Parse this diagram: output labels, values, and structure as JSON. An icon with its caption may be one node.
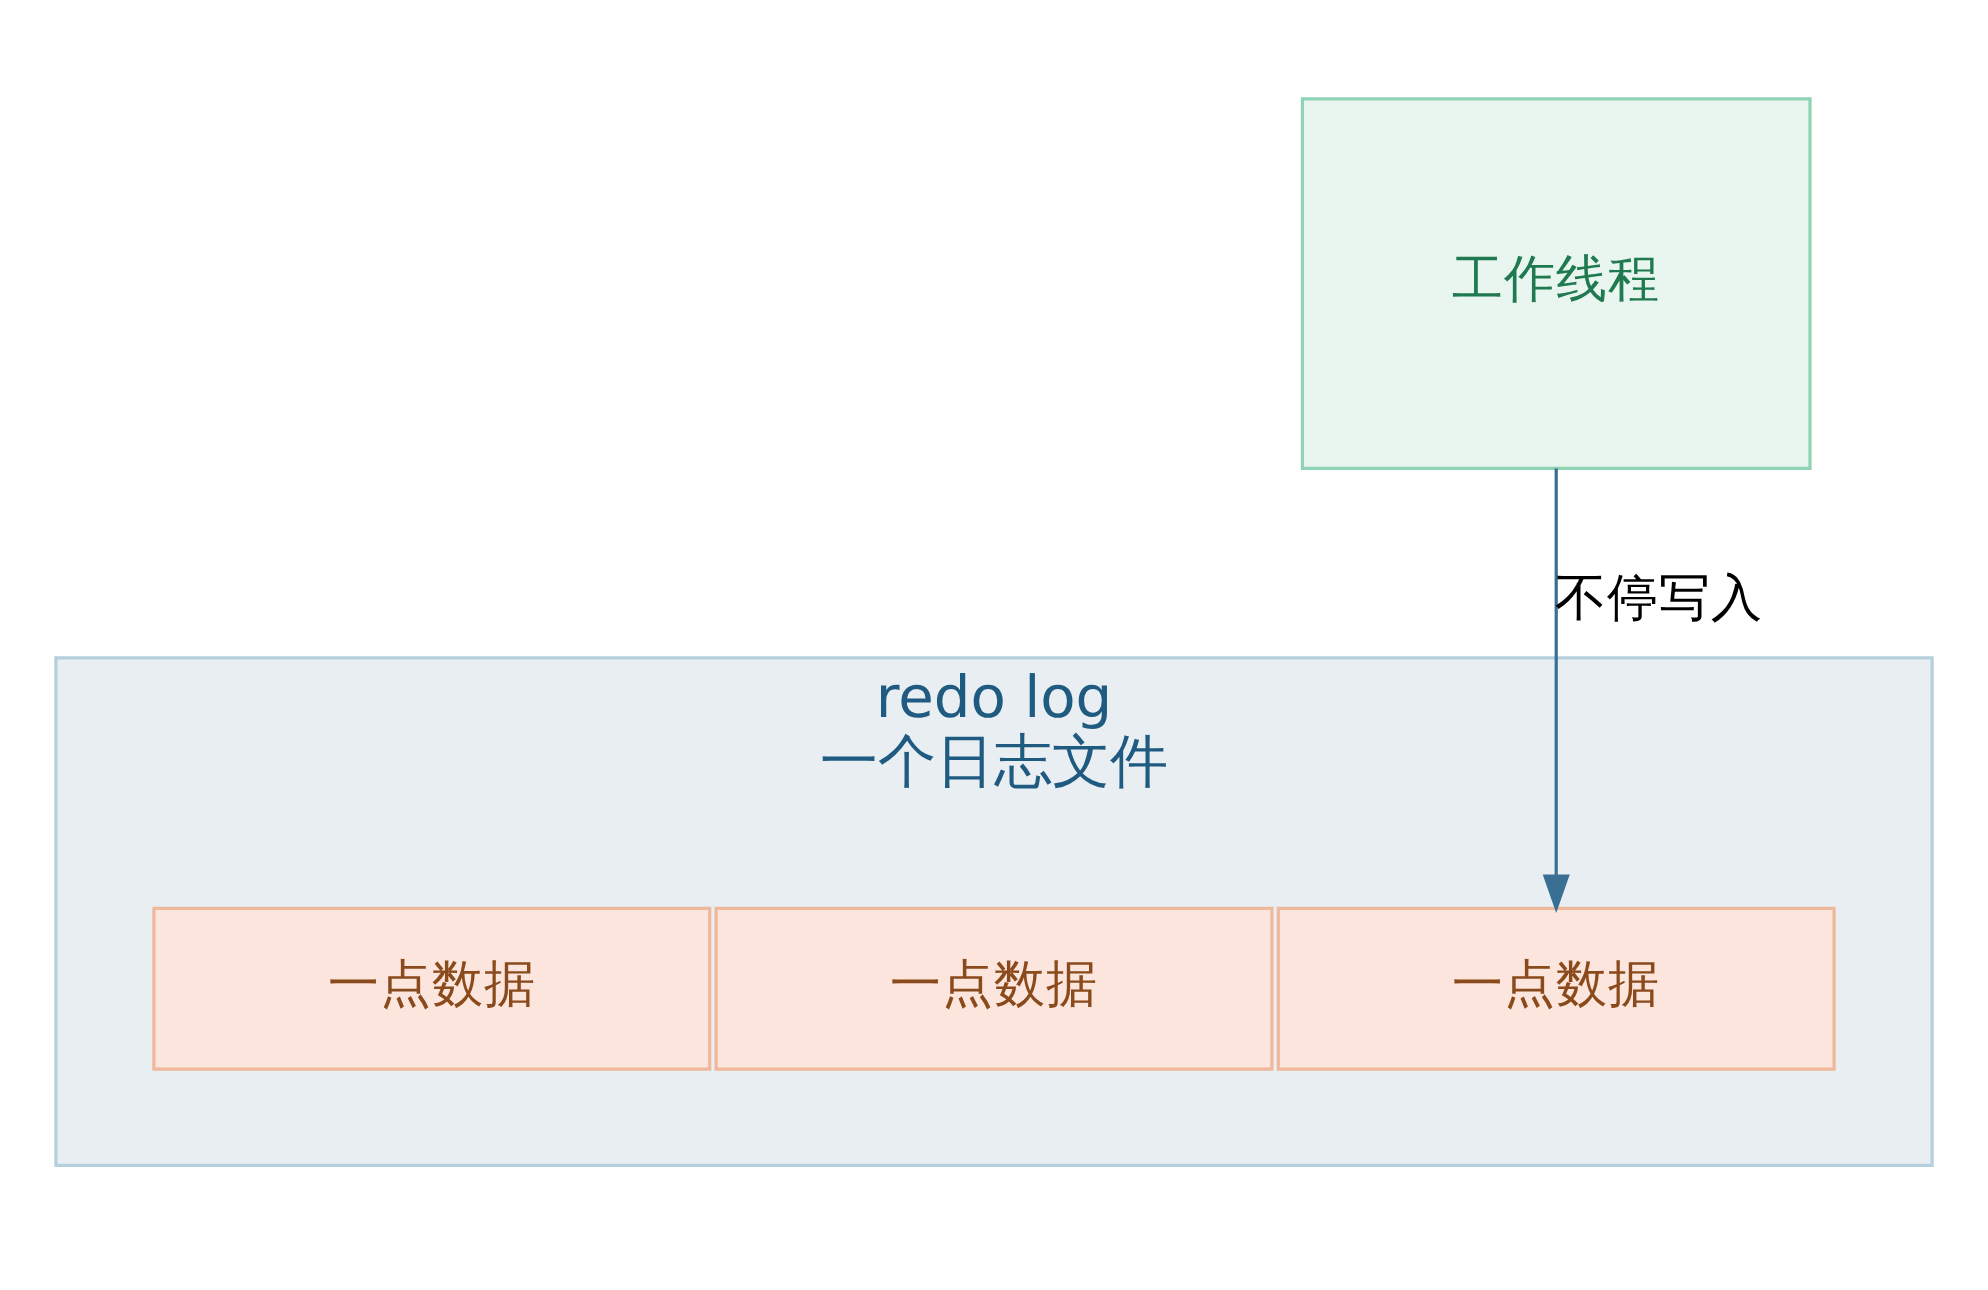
{
  "diagram": {
    "nodes": [
      {
        "text": [
          "工作线程"
        ]
      },
      {
        "text": [
          "redo log",
          "一个日志文件"
        ]
      },
      {
        "text": [
          "一点数据"
        ],
        "in": 1
      },
      {
        "text": [
          "一点数据"
        ],
        "in": 1
      },
      {
        "text": [
          "一点数据"
        ],
        "in": 1
      }
    ],
    "edges": [
      {
        "from": 0,
        "to": 4,
        "arrow": "to",
        "label": "不停写入"
      }
    ]
  }
}
